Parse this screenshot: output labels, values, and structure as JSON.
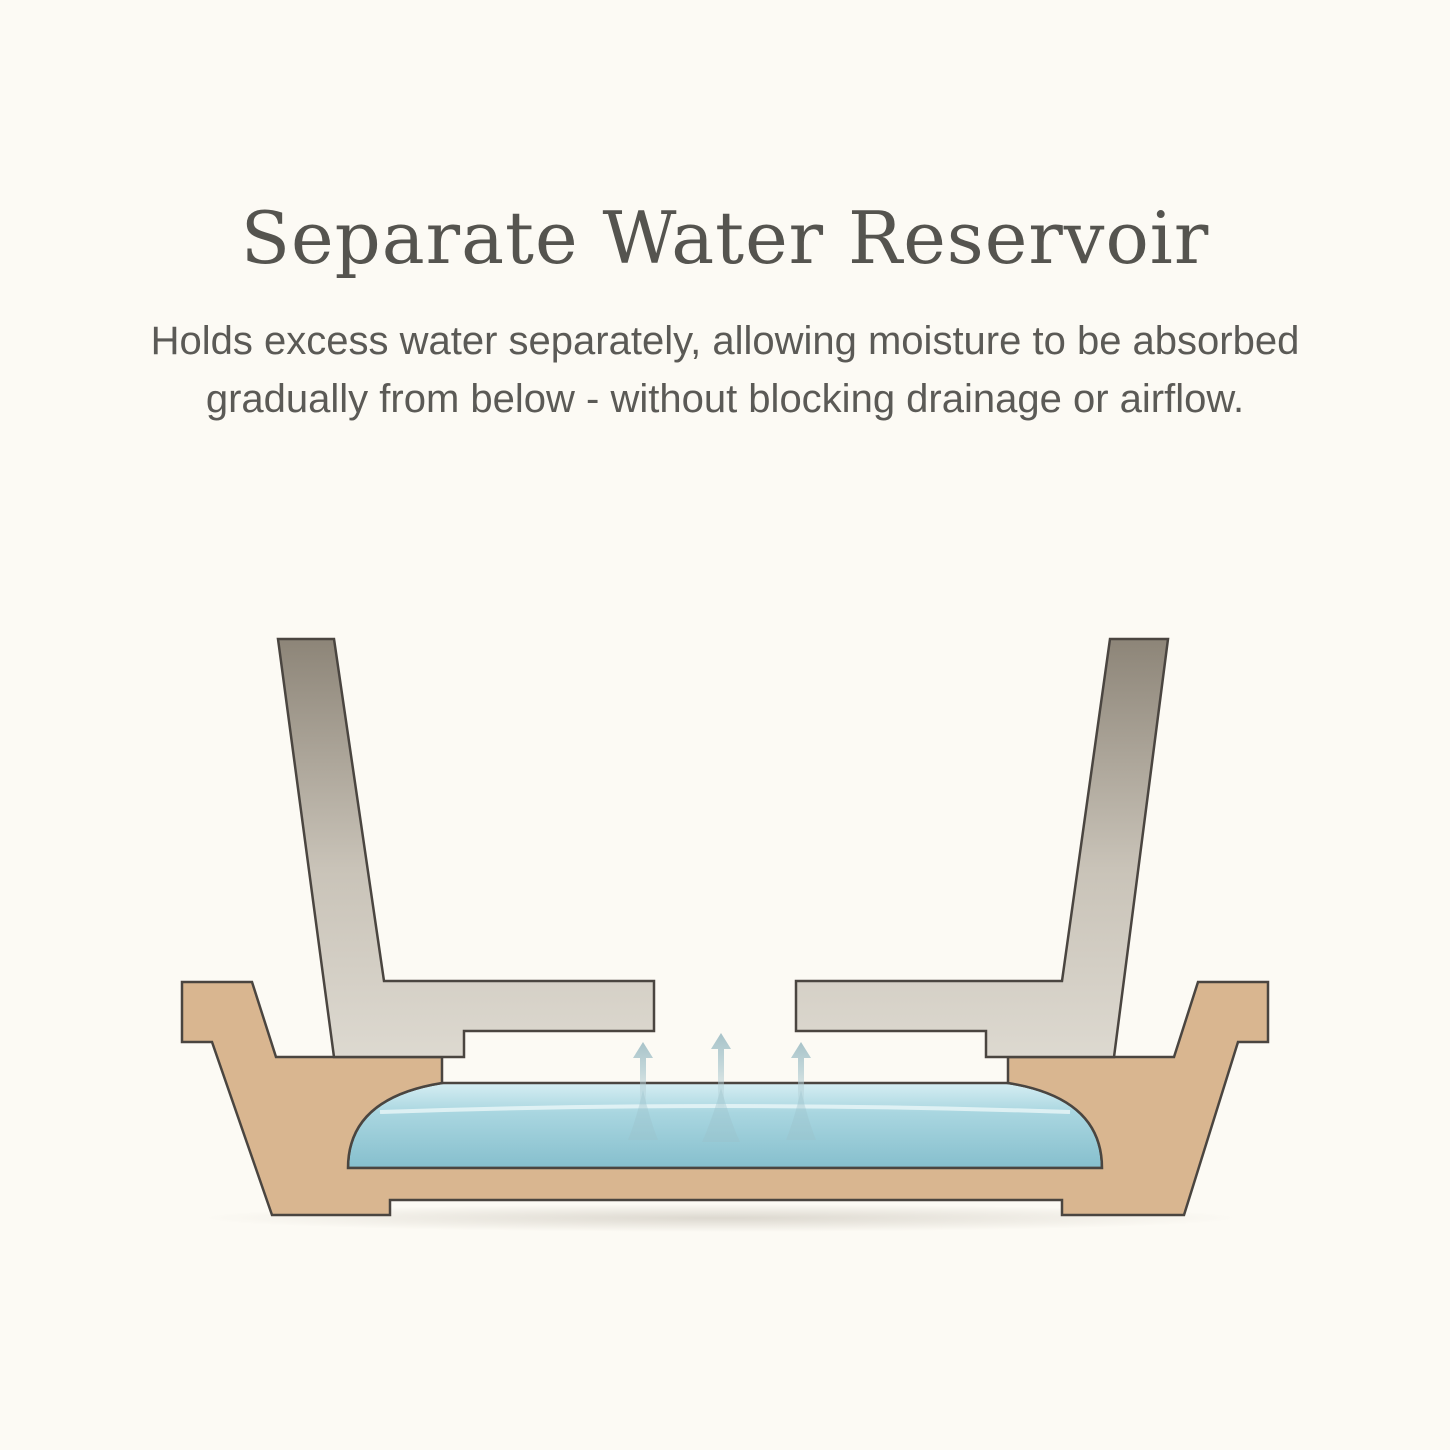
{
  "header": {
    "title": "Separate Water Reservoir",
    "subtitle_line1": "Holds excess water separately, allowing moisture to be absorbed",
    "subtitle_line2": "gradually from below - without blocking drainage or airflow."
  },
  "colors": {
    "background": "#fcfaf4",
    "title_text": "#55544f",
    "body_text": "#5b5a56",
    "pot_wall_top": "#8d8578",
    "pot_wall_bottom": "#d9d5cc",
    "saucer": "#d9b690",
    "water_top": "#d3ecf1",
    "water_bottom": "#87c1cf",
    "outline": "#4a4540",
    "arrow": "#aac6cd"
  },
  "icons": {
    "arrows": "up-arrow-icon"
  }
}
